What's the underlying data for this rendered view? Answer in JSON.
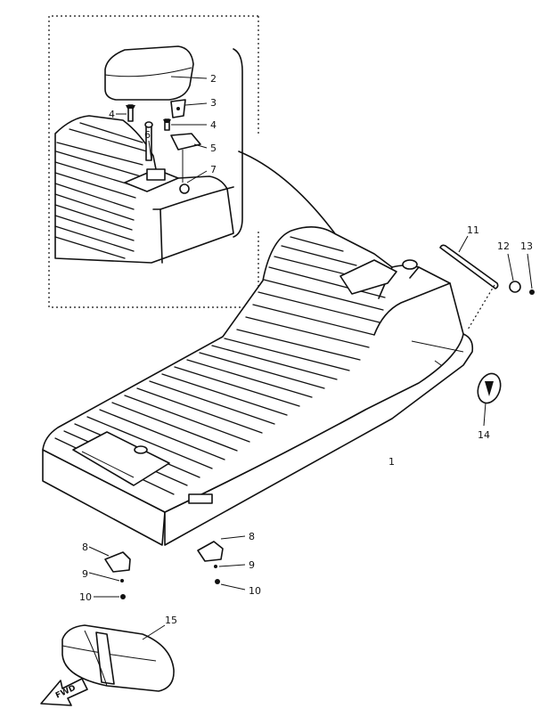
{
  "diagram": {
    "callouts": [
      {
        "id": "1",
        "text": "1"
      },
      {
        "id": "2",
        "text": "2"
      },
      {
        "id": "3",
        "text": "3"
      },
      {
        "id": "4a",
        "text": "4"
      },
      {
        "id": "4b",
        "text": "4"
      },
      {
        "id": "5",
        "text": "5"
      },
      {
        "id": "6",
        "text": "6"
      },
      {
        "id": "7",
        "text": "7"
      },
      {
        "id": "8a",
        "text": "8"
      },
      {
        "id": "8b",
        "text": "8"
      },
      {
        "id": "9a",
        "text": "9"
      },
      {
        "id": "9b",
        "text": "9"
      },
      {
        "id": "10a",
        "text": "10"
      },
      {
        "id": "10b",
        "text": "10"
      },
      {
        "id": "11",
        "text": "11"
      },
      {
        "id": "12",
        "text": "12"
      },
      {
        "id": "13",
        "text": "13"
      },
      {
        "id": "14",
        "text": "14"
      },
      {
        "id": "15",
        "text": "15"
      }
    ],
    "direction_arrow": {
      "text": "FWD"
    }
  }
}
